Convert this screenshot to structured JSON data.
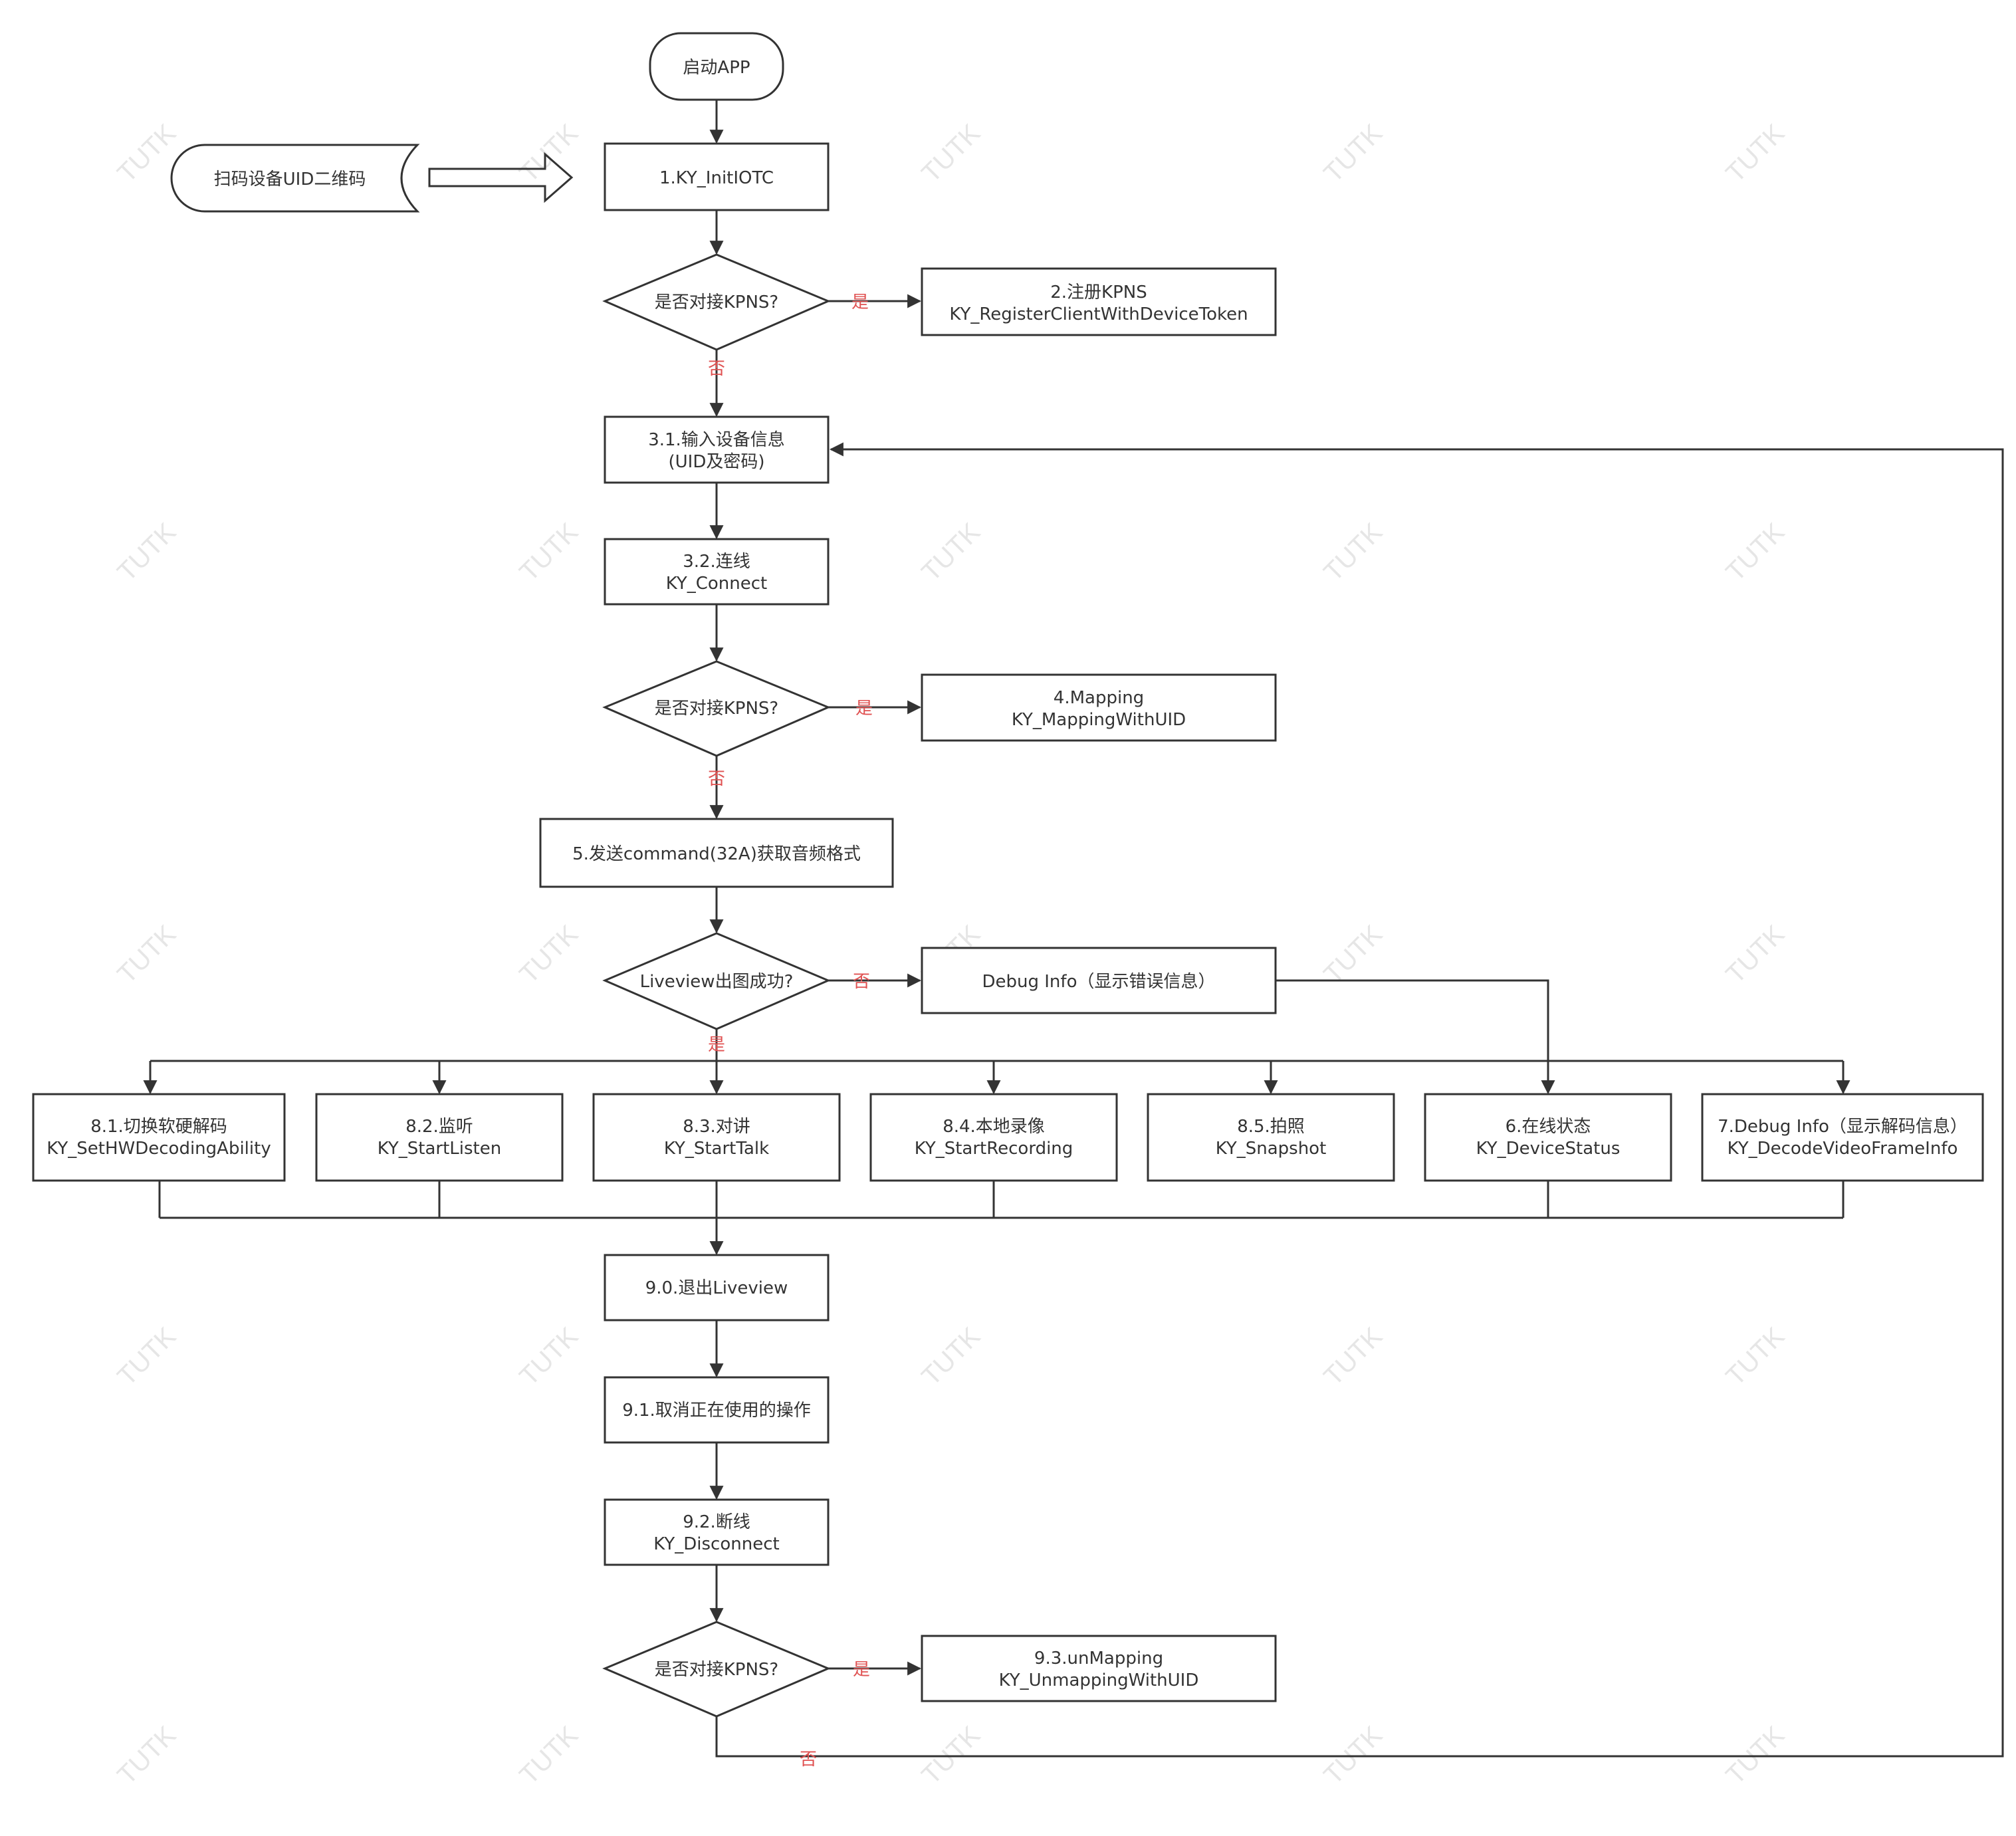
{
  "colors": {
    "stroke": "#333333",
    "branch_label": "#e05252",
    "watermark": "#cfcfcf",
    "background": "#ffffff"
  },
  "watermark": "TUTK",
  "nodes": {
    "start": "启动APP",
    "scan": "扫码设备UID二维码",
    "init": "1.KY_InitIOTC",
    "kpns_q1": "是否对接KPNS?",
    "register_1": "2.注册KPNS",
    "register_2": "KY_RegisterClientWithDeviceToken",
    "input_1": "3.1.输入设备信息",
    "input_2": "(UID及密码)",
    "connect_1": "3.2.连线",
    "connect_2": "KY_Connect",
    "kpns_q2": "是否对接KPNS?",
    "mapping_1": "4.Mapping",
    "mapping_2": "KY_MappingWithUID",
    "command": "5.发送command(32A)获取音频格式",
    "liveview_q": "Liveview出图成功?",
    "debug_err": "Debug Info（显示错误信息）",
    "p81_1": "8.1.切换软硬解码",
    "p81_2": "KY_SetHWDecodingAbility",
    "p82_1": "8.2.监听",
    "p82_2": "KY_StartListen",
    "p83_1": "8.3.对讲",
    "p83_2": "KY_StartTalk",
    "p84_1": "8.4.本地录像",
    "p84_2": "KY_StartRecording",
    "p85_1": "8.5.拍照",
    "p85_2": "KY_Snapshot",
    "p6_1": "6.在线状态",
    "p6_2": "KY_DeviceStatus",
    "p7_1": "7.Debug Info（显示解码信息）",
    "p7_2": "KY_DecodeVideoFrameInfo",
    "exit": "9.0.退出Liveview",
    "cancel": "9.1.取消正在使用的操作",
    "disconnect_1": "9.2.断线",
    "disconnect_2": "KY_Disconnect",
    "kpns_q3": "是否对接KPNS?",
    "unmap_1": "9.3.unMapping",
    "unmap_2": "KY_UnmappingWithUID"
  },
  "edge_labels": {
    "yes1": "是",
    "no1": "否",
    "yes2": "是",
    "no2": "否",
    "no3": "否",
    "yes3": "是",
    "yes4": "是",
    "no4": "否"
  }
}
